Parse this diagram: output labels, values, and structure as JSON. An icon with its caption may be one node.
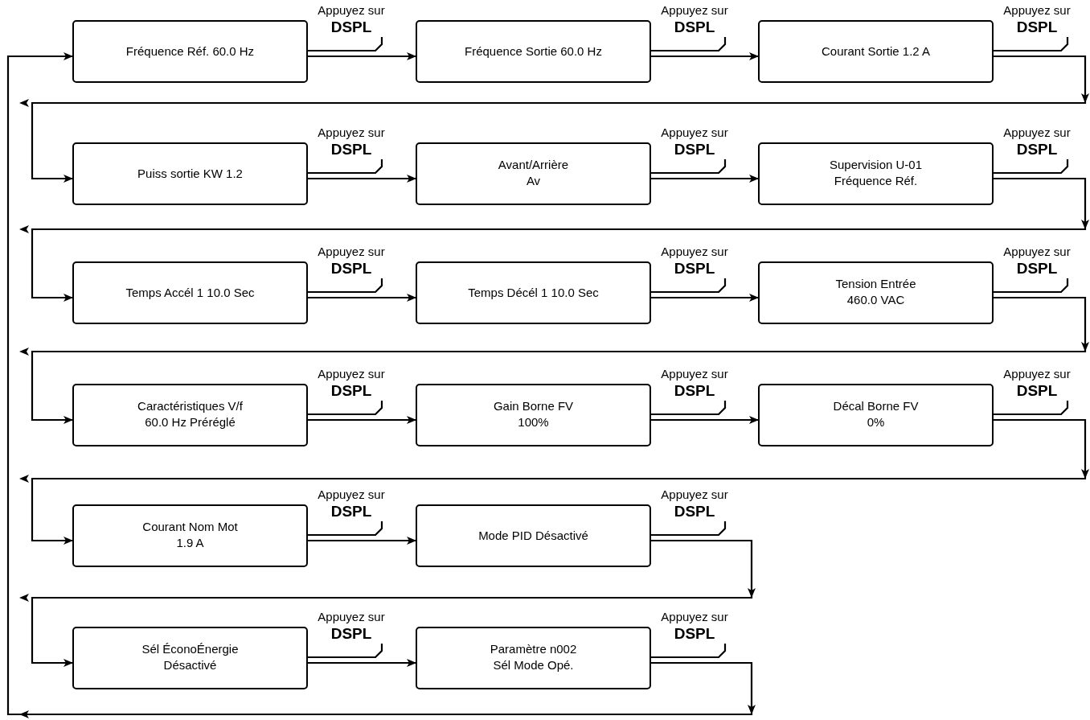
{
  "diagram": {
    "nodes": [
      {
        "text": [
          "Fréquence Réf. 60.0 Hz"
        ]
      },
      {
        "text": [
          "Fréquence Sortie 60.0 Hz"
        ]
      },
      {
        "text": [
          "Courant Sortie 1.2 A"
        ]
      },
      {
        "text": [
          "Puiss sortie KW 1.2"
        ]
      },
      {
        "text": [
          "Avant/Arrière",
          "Av"
        ]
      },
      {
        "text": [
          "Supervision U-01",
          "Fréquence Réf."
        ]
      },
      {
        "text": [
          "Temps Accél 1 10.0 Sec"
        ]
      },
      {
        "text": [
          "Temps Décél 1 10.0 Sec"
        ]
      },
      {
        "text": [
          "Tension Entrée",
          "460.0 VAC"
        ]
      },
      {
        "text": [
          "Caractéristiques V/f",
          "60.0 Hz Préréglé"
        ]
      },
      {
        "text": [
          "Gain Borne FV",
          "100%"
        ]
      },
      {
        "text": [
          "Décal Borne FV",
          "0%"
        ]
      },
      {
        "text": [
          "Courant Nom Mot",
          "1.9 A"
        ]
      },
      {
        "text": [
          "Mode PID Désactivé"
        ]
      },
      {
        "text": [
          "Sél ÉconoÉnergie",
          "Désactivé"
        ]
      },
      {
        "text": [
          "Paramètre n002",
          "Sél Mode Opé."
        ]
      }
    ],
    "edges": [
      {
        "from": 0,
        "to": 1,
        "arrow": "to",
        "label": "Appuyez sur **DSPL**"
      },
      {
        "from": 1,
        "to": 2,
        "arrow": "to",
        "label": "Appuyez sur **DSPL**"
      },
      {
        "from": 2,
        "to": 3,
        "arrow": "to",
        "label": "Appuyez sur **DSPL**"
      },
      {
        "from": 3,
        "to": 4,
        "arrow": "to",
        "label": "Appuyez sur **DSPL**"
      },
      {
        "from": 4,
        "to": 5,
        "arrow": "to",
        "label": "Appuyez sur **DSPL**"
      },
      {
        "from": 5,
        "to": 6,
        "arrow": "to",
        "label": "Appuyez sur **DSPL**"
      },
      {
        "from": 6,
        "to": 7,
        "arrow": "to",
        "label": "Appuyez sur **DSPL**"
      },
      {
        "from": 7,
        "to": 8,
        "arrow": "to",
        "label": "Appuyez sur **DSPL**"
      },
      {
        "from": 8,
        "to": 9,
        "arrow": "to",
        "label": "Appuyez sur **DSPL**"
      },
      {
        "from": 9,
        "to": 10,
        "arrow": "to",
        "label": "Appuyez sur **DSPL**"
      },
      {
        "from": 10,
        "to": 11,
        "arrow": "to",
        "label": "Appuyez sur **DSPL**"
      },
      {
        "from": 11,
        "to": 12,
        "arrow": "to",
        "label": "Appuyez sur **DSPL**"
      },
      {
        "from": 12,
        "to": 13,
        "arrow": "to",
        "label": "Appuyez sur **DSPL**"
      },
      {
        "from": 13,
        "to": 14,
        "arrow": "to",
        "label": "Appuyez sur **DSPL**"
      },
      {
        "from": 14,
        "to": 15,
        "arrow": "to",
        "label": "Appuyez sur **DSPL**"
      },
      {
        "from": 15,
        "to": 0,
        "arrow": "to",
        "label": "Appuyez sur **DSPL**"
      }
    ]
  }
}
